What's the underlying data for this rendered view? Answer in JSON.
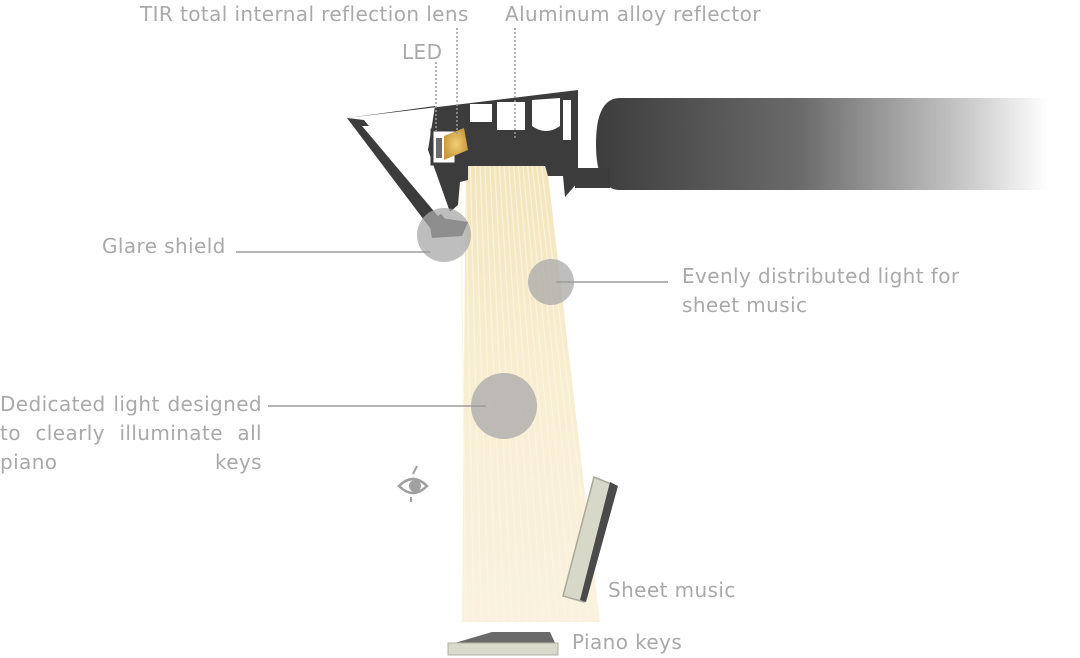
{
  "labels": {
    "tir_lens": "TIR total internal reflection lens",
    "reflector": "Aluminum alloy reflector",
    "led": "LED",
    "glare_shield": "Glare shield",
    "even_light": "Evenly distributed light for sheet music",
    "dedicated_light": "Dedicated light designed to clearly illuminate all piano keys",
    "sheet_music": "Sheet music",
    "piano_keys": "Piano keys"
  },
  "icons": {
    "profile": "lamp-profile-icon",
    "arm": "lamp-arm-icon",
    "eye": "eye-icon"
  },
  "colors": {
    "label_text": "#a9a9a9",
    "leader_line": "#9b9b9b",
    "profile": "#3c3c3c",
    "beam": "#f3e4b8",
    "highlight_circle": "#b5b5b5"
  }
}
